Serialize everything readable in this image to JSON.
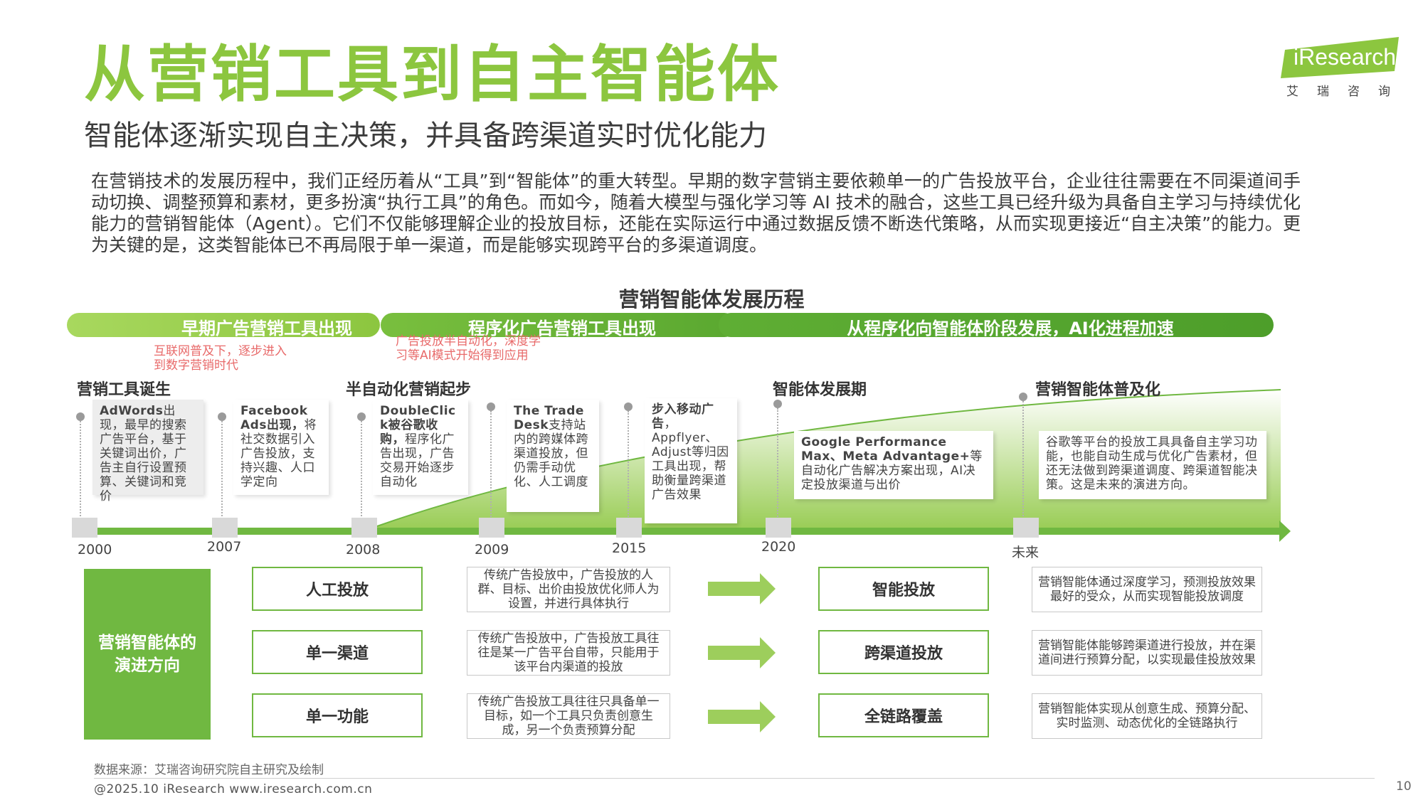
{
  "header": {
    "title": "从营销工具到自主智能体",
    "subtitle": "智能体逐渐实现自主决策，并具备跨渠道实时优化能力",
    "logo_text": "iResearch",
    "logo_sub": "艾瑞咨询"
  },
  "intro": "在营销技术的发展历程中，我们正经历着从“工具”到“智能体”的重大转型。早期的数字营销主要依赖单一的广告投放平台，企业往往需要在不同渠道间手动切换、调整预算和素材，更多扮演“执行工具”的角色。而如今，随着大模型与强化学习等 AI 技术的融合，这些工具已经升级为具备自主学习与持续优化能力的营销智能体（Agent）。它们不仅能够理解企业的投放目标，还能在实际运行中通过数据反馈不断迭代策略，从而实现更接近“自主决策”的能力。更为关键的是，这类智能体已不再局限于单一渠道，而是能够实现跨平台的多渠道调度。",
  "diagram": {
    "title": "营销智能体发展历程",
    "bands": [
      "早期广告营销工具出现",
      "程序化广告营销工具出现",
      "从程序化向智能体阶段发展，AI化进程加速"
    ],
    "notes": [
      "互联网普及下，逐步进入到数字营销时代",
      "广告投放半自动化，深度学习等AI模式开始得到应用"
    ],
    "stages": [
      "营销工具诞生",
      "半自动化营销起步",
      "智能体发展期",
      "营销智能体普及化"
    ],
    "events": [
      {
        "bold": "AdWords",
        "text": "出现，最早的搜索广告平台，基于关键词出价，广告主自行设置预算、关键词和竞价"
      },
      {
        "bold": "Facebook Ads出现，",
        "text": "将社交数据引入广告投放，支持兴趣、人口学定向"
      },
      {
        "bold": "DoubleClick被谷歌收购，",
        "text": "程序化广告出现，广告交易开始逐步自动化"
      },
      {
        "bold": "The Trade Desk",
        "text": "支持站内的跨媒体跨渠道投放，但仍需手动优化、人工调度"
      },
      {
        "bold": "步入移动广告",
        "text": "，Appflyer、Adjust等归因工具出现，帮助衡量跨渠道广告效果"
      },
      {
        "bold": "Google Performance Max、Meta Advantage+",
        "text": "等自动化广告解决方案出现，AI决定投放渠道与出价"
      },
      {
        "bold": "",
        "text": "谷歌等平台的投放工具具备自主学习功能，也能自动生成与优化广告素材，但还无法做到跨渠道调度、跨渠道智能决策。这是未来的演进方向。"
      }
    ],
    "years": [
      "2000",
      "2007",
      "2008",
      "2009",
      "2015",
      "2020",
      "未来"
    ]
  },
  "evolution": {
    "label": "营销智能体的演进方向",
    "rows": [
      {
        "from": "人工投放",
        "from_desc": "传统广告投放中，广告投放的人群、目标、出价由投放优化师人为设置，并进行具体执行",
        "to": "智能投放",
        "to_desc": "营销智能体通过深度学习，预测投放效果最好的受众，从而实现智能投放调度"
      },
      {
        "from": "单一渠道",
        "from_desc": "传统广告投放中，广告投放工具往往是某一广告平台自带，只能用于该平台内渠道的投放",
        "to": "跨渠道投放",
        "to_desc": "营销智能体能够跨渠道进行投放，并在渠道间进行预算分配，以实现最佳投放效果"
      },
      {
        "from": "单一功能",
        "from_desc": "传统广告投放工具往往只具备单一目标，如一个工具只负责创意生成，另一个负责预算分配",
        "to": "全链路覆盖",
        "to_desc": "营销智能体实现从创意生成、预算分配、实时监测、动态优化的全链路执行"
      }
    ]
  },
  "footer": {
    "source": "数据来源：艾瑞咨询研究院自主研究及绘制",
    "copyright": "@2025.10 iResearch www.iresearch.com.cn",
    "page": "10"
  },
  "colors": {
    "accent": "#8cc63f",
    "green_dark": "#70b841",
    "note_red": "#e86a6a"
  }
}
